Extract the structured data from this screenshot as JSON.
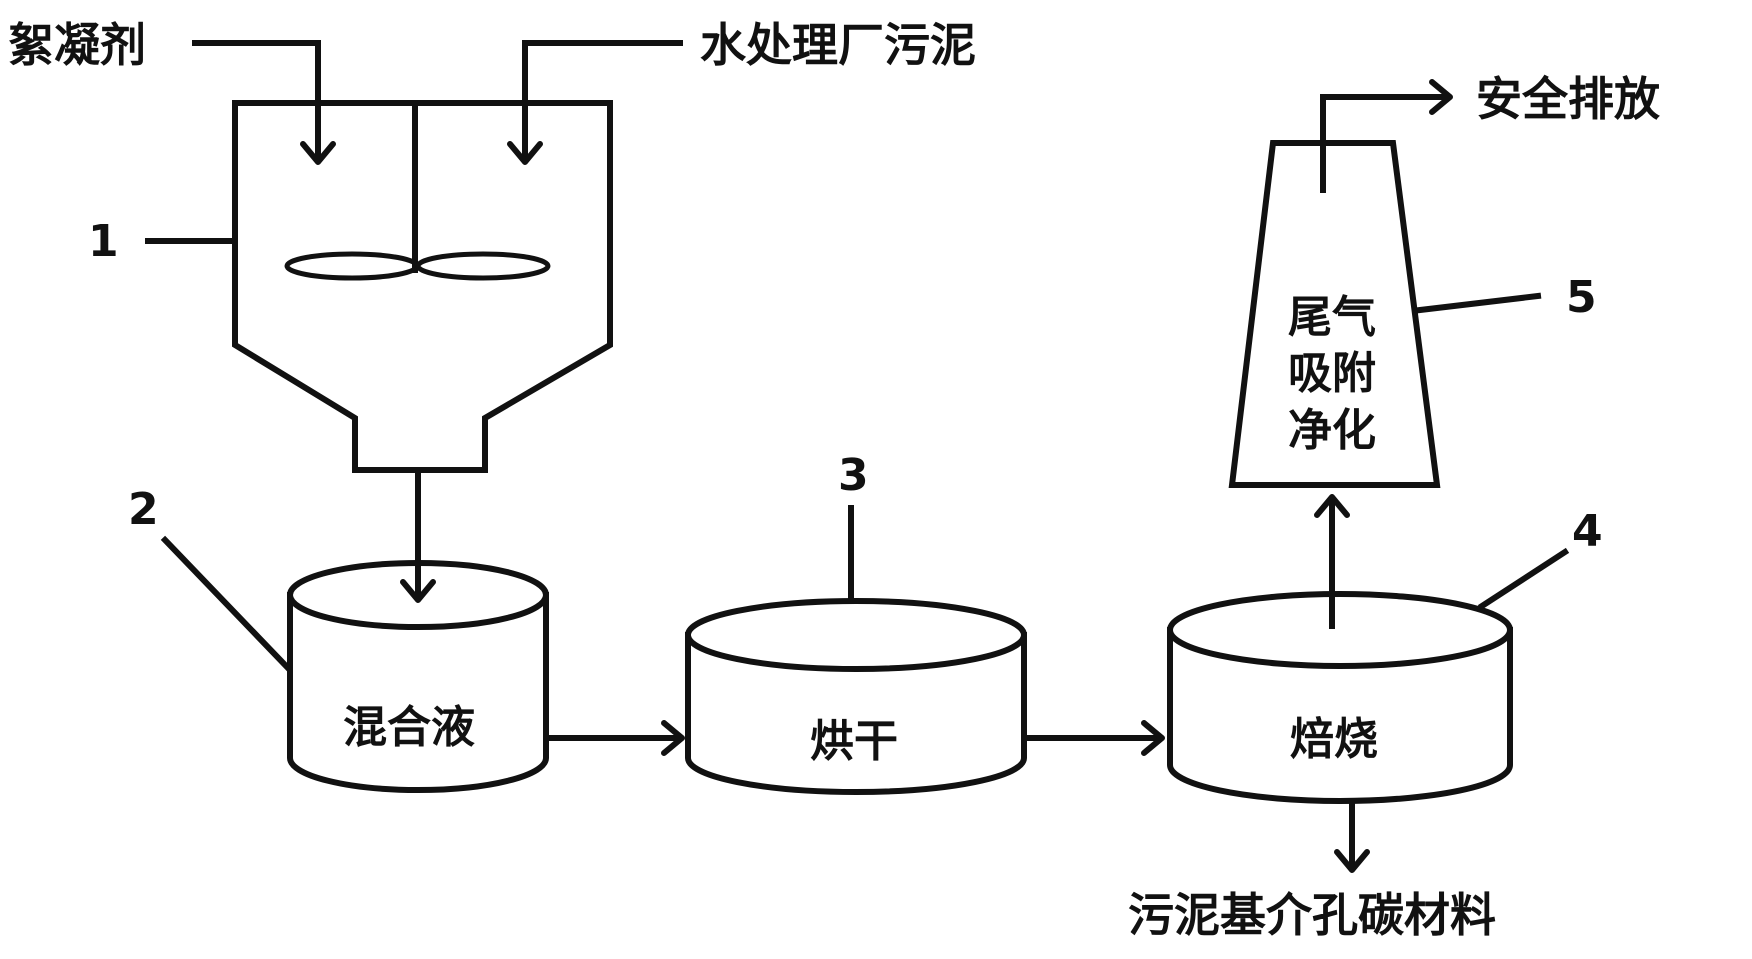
{
  "inputs": {
    "flocculant": "絮凝剂",
    "sludge": "水处理厂污泥"
  },
  "outputs": {
    "safe_discharge": "安全排放",
    "product": "污泥基介孔碳材料"
  },
  "units": [
    {
      "number": "1"
    },
    {
      "number": "2",
      "label": "混合液"
    },
    {
      "number": "3",
      "label": "烘干"
    },
    {
      "number": "4",
      "label": "焙烧"
    },
    {
      "number": "5",
      "label_lines": [
        "尾气",
        "吸附",
        "净化"
      ]
    }
  ]
}
